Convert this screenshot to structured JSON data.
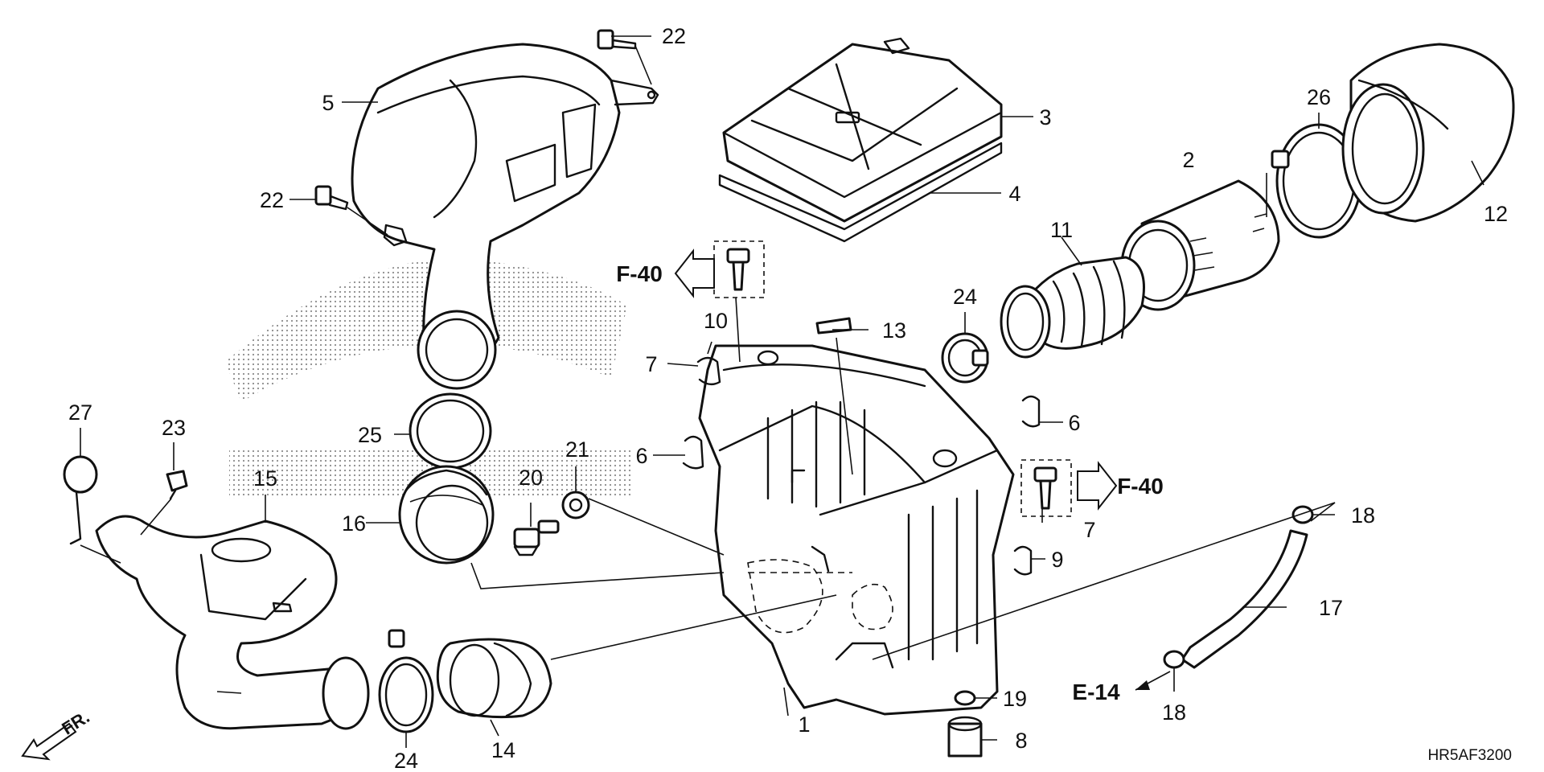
{
  "diagram_code": "HR5AF3200",
  "front_label": "FR.",
  "refs": {
    "f40_left": "F-40",
    "f40_right": "F-40",
    "e14": "E-14"
  },
  "callouts": {
    "c1": "1",
    "c2": "2",
    "c3": "3",
    "c4": "4",
    "c5": "5",
    "c6a": "6",
    "c6b": "6",
    "c7a": "7",
    "c7b": "7",
    "c8": "8",
    "c9": "9",
    "c10": "10",
    "c11": "11",
    "c12": "12",
    "c13": "13",
    "c14": "14",
    "c15": "15",
    "c16": "16",
    "c17": "17",
    "c18a": "18",
    "c18b": "18",
    "c19": "19",
    "c20": "20",
    "c21": "21",
    "c22a": "22",
    "c22b": "22",
    "c23": "23",
    "c24a": "24",
    "c24b": "24",
    "c25": "25",
    "c26": "26",
    "c27": "27"
  }
}
